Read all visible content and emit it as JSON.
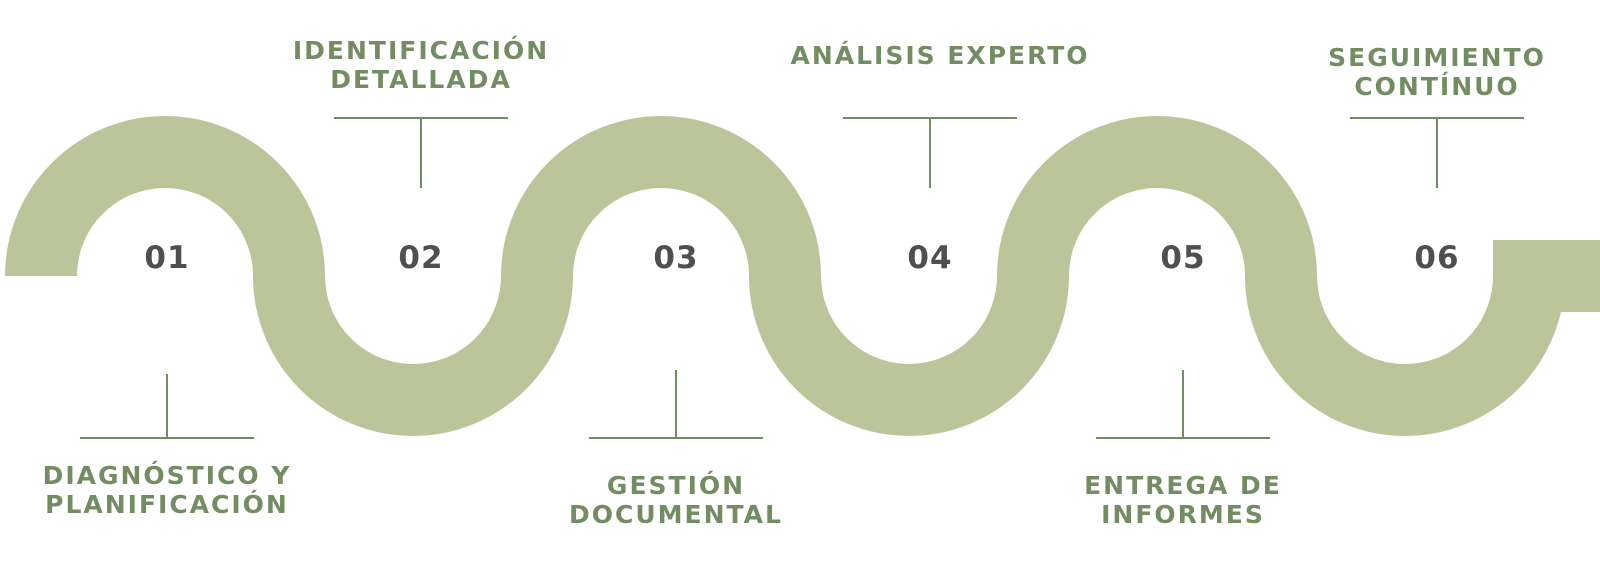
{
  "colors": {
    "wave": "#bcc49a",
    "label": "#728d62",
    "number": "#4f4f4f",
    "connector": "#728d62"
  },
  "steps": [
    {
      "number": "01",
      "label_line1": "DIAGNÓSTICO Y",
      "label_line2": "PLANIFICACIÓN",
      "position": "bottom"
    },
    {
      "number": "02",
      "label_line1": "IDENTIFICACIÓN",
      "label_line2": "DETALLADA",
      "position": "top"
    },
    {
      "number": "03",
      "label_line1": "GESTIÓN",
      "label_line2": "DOCUMENTAL",
      "position": "bottom"
    },
    {
      "number": "04",
      "label_line1": "ANÁLISIS EXPERTO",
      "label_line2": "",
      "position": "top"
    },
    {
      "number": "05",
      "label_line1": "ENTREGA DE",
      "label_line2": "INFORMES",
      "position": "bottom"
    },
    {
      "number": "06",
      "label_line1": "SEGUIMIENTO",
      "label_line2": "CONTÍNUO",
      "position": "top"
    }
  ]
}
